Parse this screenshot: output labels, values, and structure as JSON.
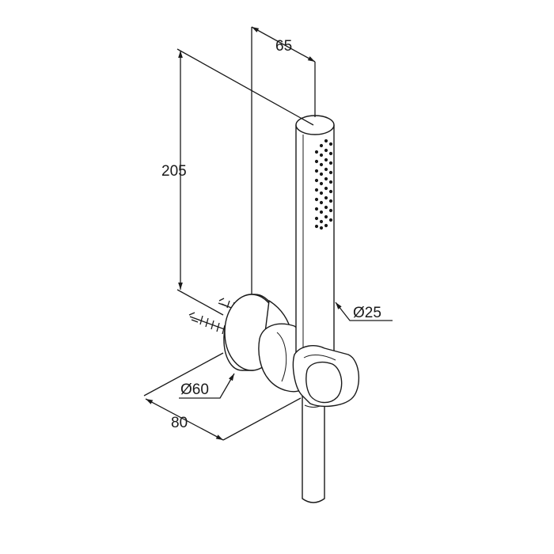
{
  "dimensions": {
    "width_label": "65",
    "height_label": "205",
    "handshower_diameter_label": "Ø25",
    "flange_diameter_label": "Ø60",
    "projection_label": "80"
  }
}
